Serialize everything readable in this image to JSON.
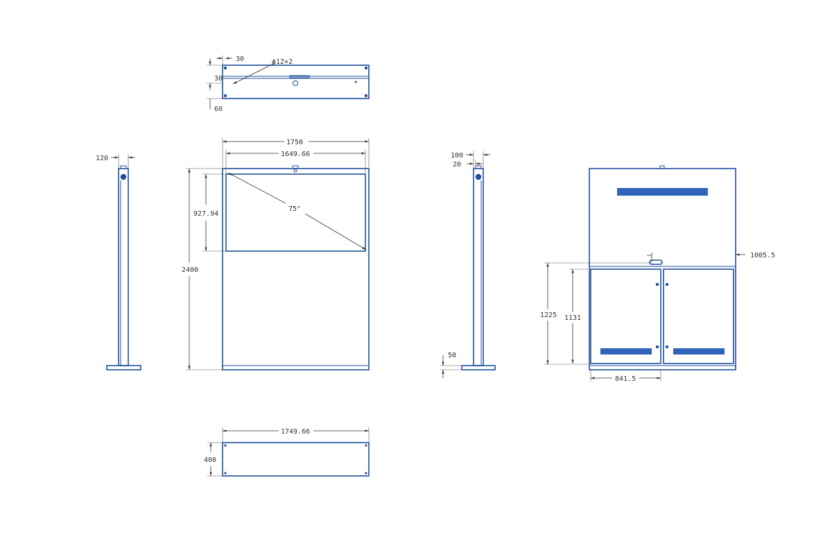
{
  "dimensions": {
    "top_offset_x": "30",
    "hole_spec": "ϕ12×2",
    "top_offset_y": "30",
    "top_depth": "60",
    "side_width": "120",
    "overall_width": "1750",
    "screen_width": "1649.66",
    "screen_height": "927.94",
    "screen_diagonal": "75\"",
    "overall_height": "2400",
    "right_side_width": "100",
    "right_side_offset": "20",
    "base_height": "50",
    "upper_height": "1005.5",
    "cabinet_height_outer": "1225",
    "cabinet_height_inner": "1131",
    "door_width": "841.5",
    "base_length": "1749.66",
    "base_depth": "400"
  },
  "colors": {
    "outline": "#1f4e9c",
    "vent": "#2f64b8",
    "dimension_line": "#333333"
  }
}
